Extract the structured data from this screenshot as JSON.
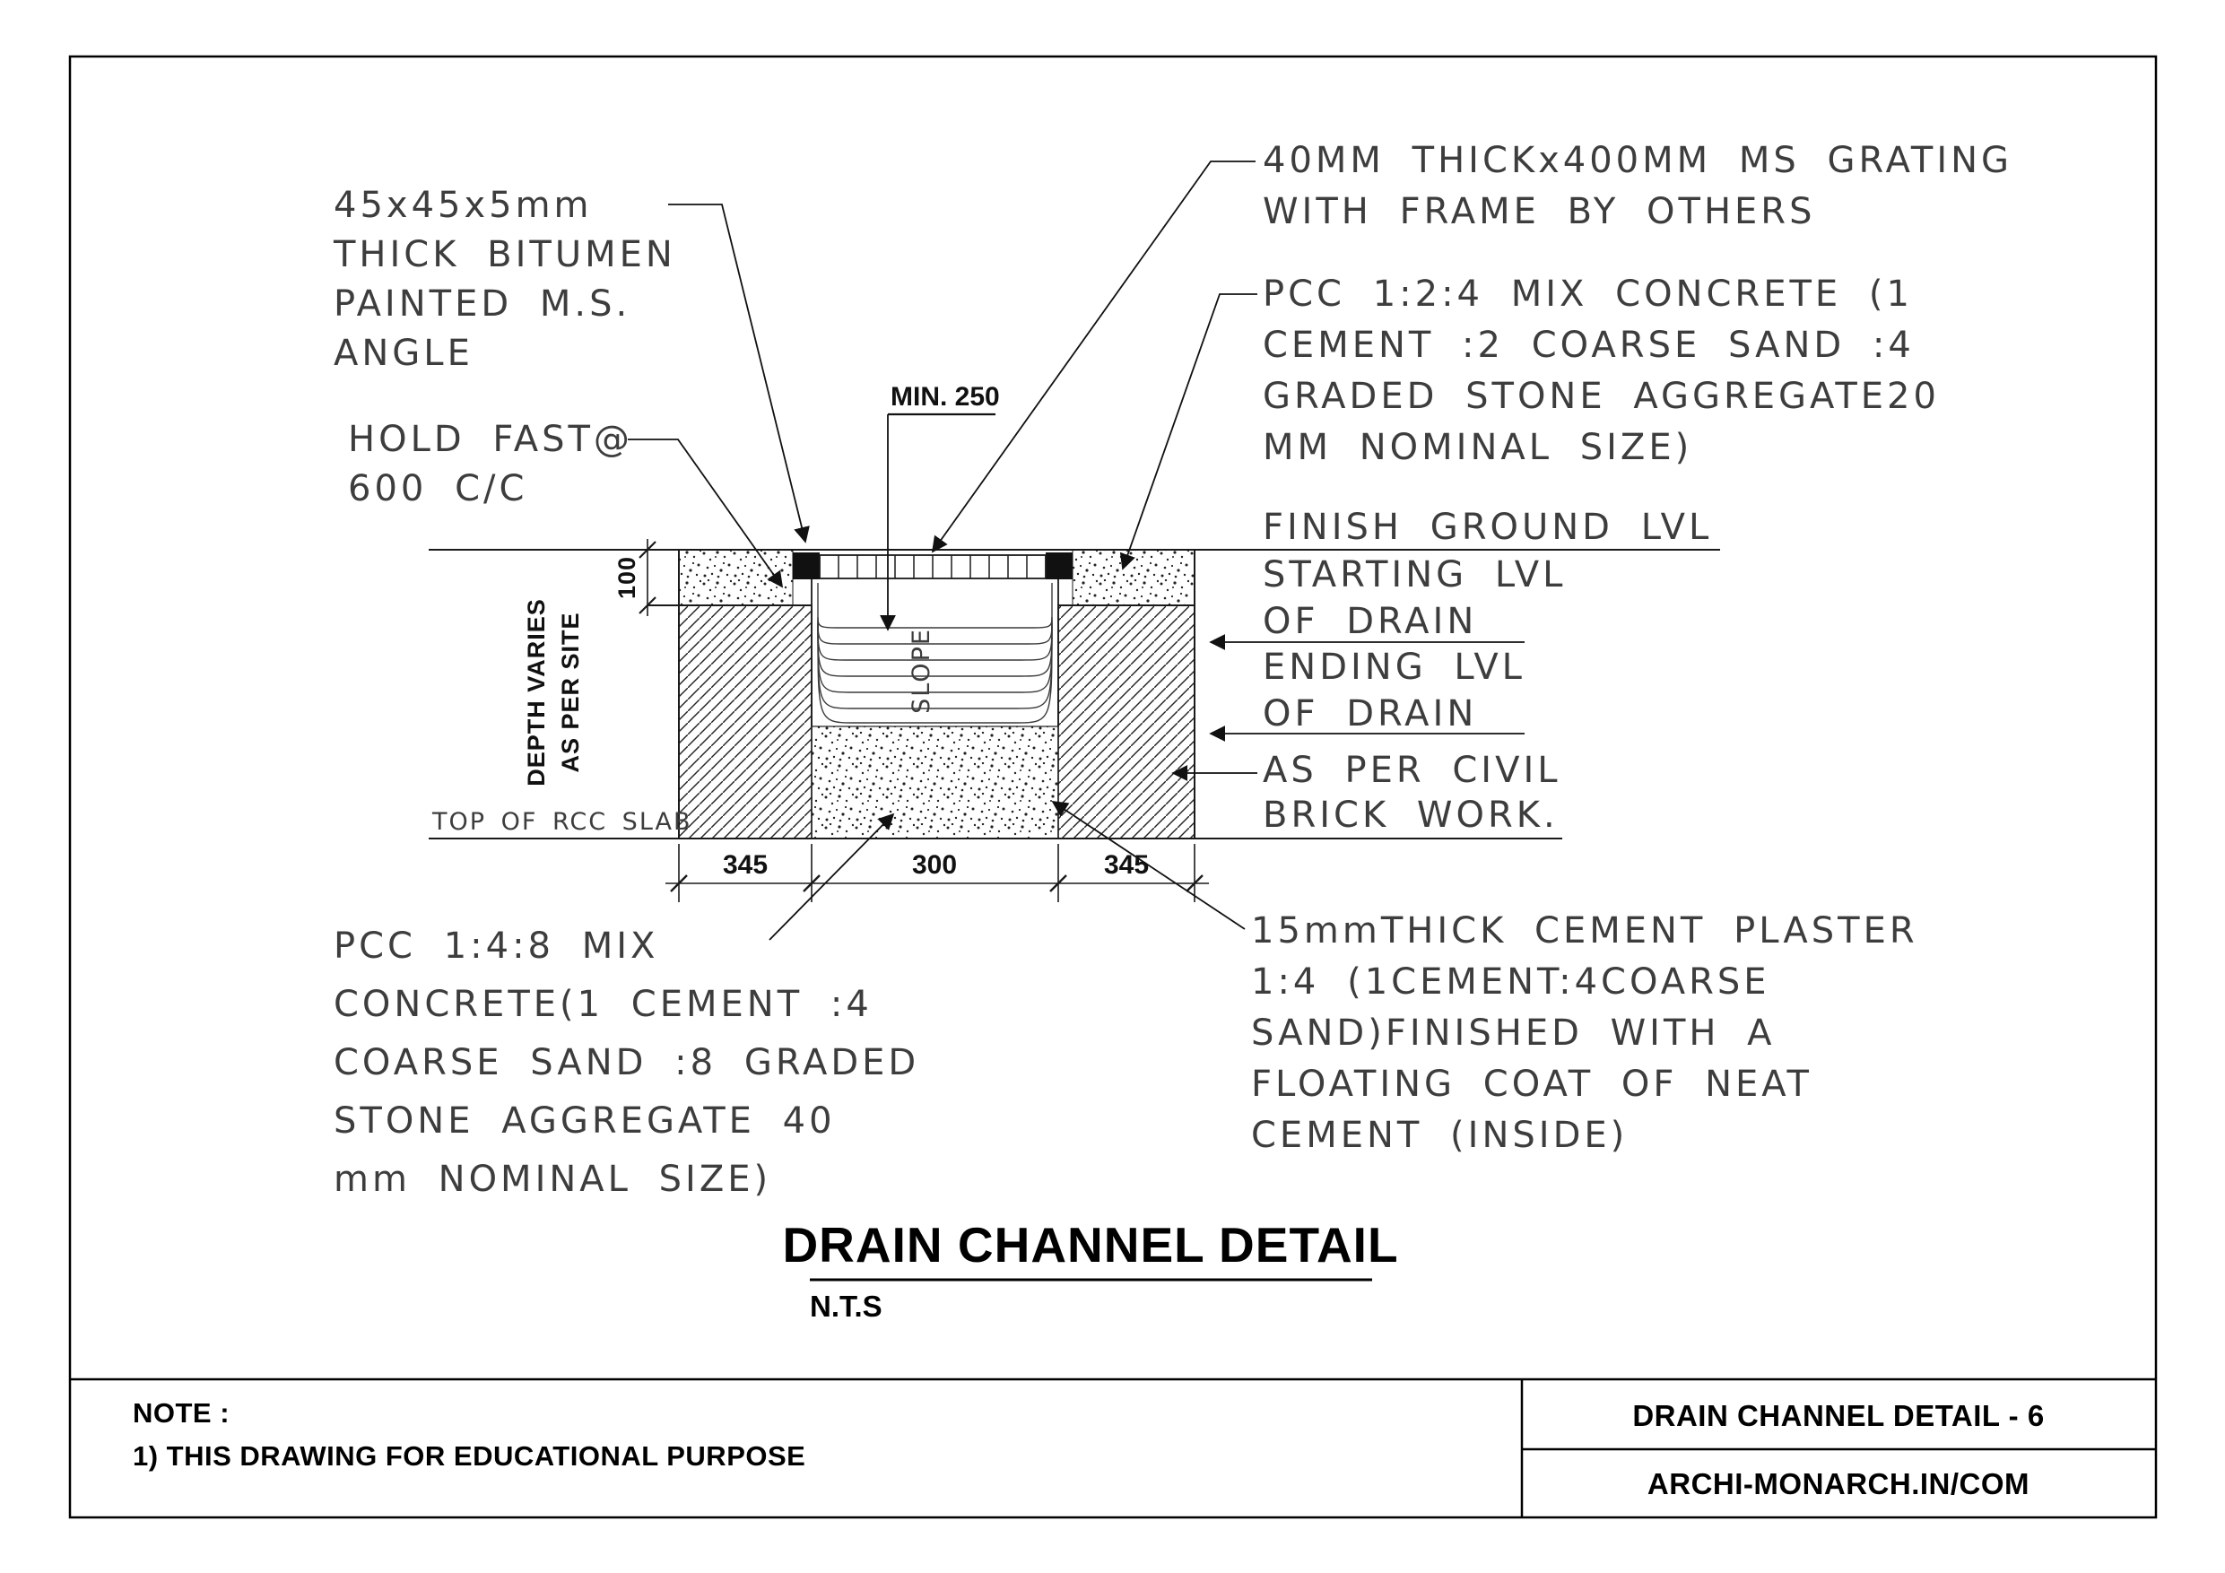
{
  "sheet": {
    "title": "DRAIN CHANNEL DETAIL",
    "scale": "N.T.S"
  },
  "title_block": {
    "note_label": "NOTE :",
    "note_line": "1) THIS DRAWING FOR EDUCATIONAL PURPOSE",
    "sheet_title": "DRAIN CHANNEL DETAIL - 6",
    "website": "ARCHI-MONARCH.IN/COM"
  },
  "labels": {
    "ms_angle": {
      "lines": [
        "45x45x5mm",
        "THICK BITUMEN",
        "PAINTED M.S.",
        "ANGLE"
      ]
    },
    "hold_fast": {
      "lines": [
        "HOLD FAST@",
        "600 C/C"
      ]
    },
    "grating": {
      "lines": [
        "40MM THICKx400MM MS GRATING",
        "WITH FRAME BY OTHERS"
      ]
    },
    "pcc_124": {
      "lines": [
        "PCC 1:2:4 MIX CONCRETE (1",
        "CEMENT :2 COARSE SAND :4",
        "GRADED STONE AGGREGATE20",
        "MM NOMINAL SIZE)"
      ]
    },
    "finish_ground": "FINISH GROUND LVL",
    "starting_lvl": {
      "lines": [
        "STARTING LVL",
        "OF DRAIN"
      ]
    },
    "ending_lvl": {
      "lines": [
        "ENDING LVL",
        "OF DRAIN"
      ]
    },
    "brick_work": {
      "lines": [
        "AS PER CIVIL",
        "BRICK WORK."
      ]
    },
    "pcc_148": {
      "lines": [
        "PCC 1:4:8 MIX",
        "CONCRETE(1 CEMENT :4",
        "COARSE SAND :8 GRADED",
        "STONE AGGREGATE 40",
        "mm NOMINAL SIZE)"
      ]
    },
    "plaster": {
      "lines": [
        "15mmTHICK CEMENT PLASTER",
        "1:4 (1CEMENT:4COARSE",
        "SAND)FINISHED WITH A",
        "FLOATING COAT OF NEAT",
        "CEMENT (INSIDE)"
      ]
    }
  },
  "dims": {
    "min_250": "MIN. 250",
    "d100": "100",
    "depth_varies_1": "DEPTH VARIES",
    "depth_varies_2": "AS PER SITE",
    "top_of_rcc": "TOP OF RCC SLAB",
    "slope": "SLOPE",
    "w_left": "345",
    "w_mid": "300",
    "w_right": "345"
  },
  "colors": {
    "line": "#1a1a1a",
    "cad_text": "#3d3d3d"
  }
}
